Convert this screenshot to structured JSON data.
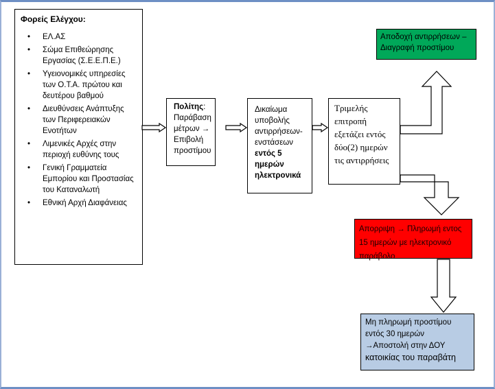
{
  "authorities": {
    "title": "Φορείς Ελέγχου:",
    "items": [
      "ΕΛ.ΑΣ",
      "Σώμα Επιθεώρησης Εργασίας (Σ.Ε.Ε.Π.Ε.)",
      "Υγειονομικές υπηρεσίες των Ο.Τ.Α. πρώτου και δευτέρου βαθμού",
      "Διευθύνσεις Ανάπτυξης των Περιφερειακών Ενοτήτων",
      "Λιμενικές Αρχές στην περιοχή ευθύνης τους",
      " Γενική Γραμματεία Εμπορίου και Προστασίας του Καταναλωτή",
      "Εθνική Αρχή Διαφάνειας"
    ]
  },
  "citizen": {
    "label": "Πολίτης",
    "colon": ":",
    "text": "Παράβαση μέτρων → Επιβολή προστίμου"
  },
  "objection": {
    "text": "Δικαίωμα υποβολής αντιρρήσεων-ενστάσεων",
    "bold": "εντός 5 ημερών ηλεκτρονικά"
  },
  "committee": {
    "text": "Τριμελής επιτροπή εξετάζει εντός δύο(2) ημερών τις αντιρρήσεις"
  },
  "accept": {
    "text": "Αποδοχή αντιρρήσεων – Διαγραφή προστίμου"
  },
  "reject": {
    "text": "Απορριψη → Πληρωμή εντος 15 ημερών  με ηλεκτρονικό παράβολο"
  },
  "nopay": {
    "line1": "Μη πληρωμή προστίμου εντός 30 ημερών",
    "line2": "→Αποστολή στην ΔΟΥ",
    "line3": "κατοικίας του παραβάτη"
  },
  "colors": {
    "accept": "#00a859",
    "reject": "#ff0000",
    "nopay": "#b8cce4",
    "frame": "#6d8fc4"
  }
}
